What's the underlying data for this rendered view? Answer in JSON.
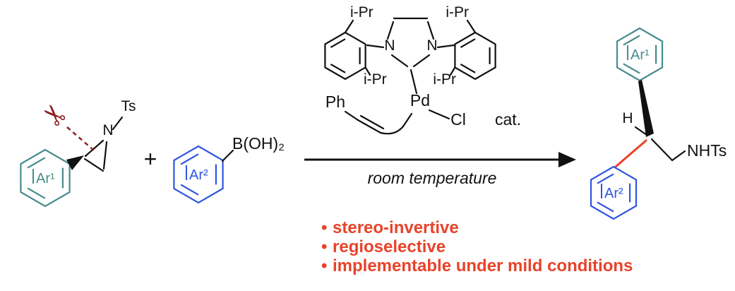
{
  "scheme": {
    "reactants": {
      "aziridine": {
        "ar_label": "Ar¹",
        "n_label": "N",
        "ts_label": "Ts"
      },
      "plus": "+",
      "boronic_acid": {
        "ar_label": "Ar²",
        "b_label": "B(OH)₂"
      }
    },
    "catalyst": {
      "n_left": "N",
      "n_right": "N",
      "ipr_top_left": "i-Pr",
      "ipr_top_right": "i-Pr",
      "ipr_bottom_left": "i-Pr",
      "ipr_bottom_right": "i-Pr",
      "pd": "Pd",
      "cl": "Cl",
      "ph": "Ph",
      "cat": "cat."
    },
    "arrow_conditions": "room temperature",
    "product": {
      "ar1_label": "Ar¹",
      "h_label": "H",
      "ar2_label": "Ar²",
      "nhts_label": "NHTs"
    },
    "highlights": {
      "marker": "•",
      "items": [
        "stereo-invertive",
        "regioselective",
        "implementable under mild conditions"
      ]
    },
    "icons": {
      "scissors": "✂"
    },
    "colors": {
      "ar1_teal": "#468c8d",
      "ar2_blue": "#2f55e0",
      "highlight_red": "#e8432a",
      "scissors_dark_red": "#8e1f1f",
      "bond_black": "#111111"
    }
  }
}
